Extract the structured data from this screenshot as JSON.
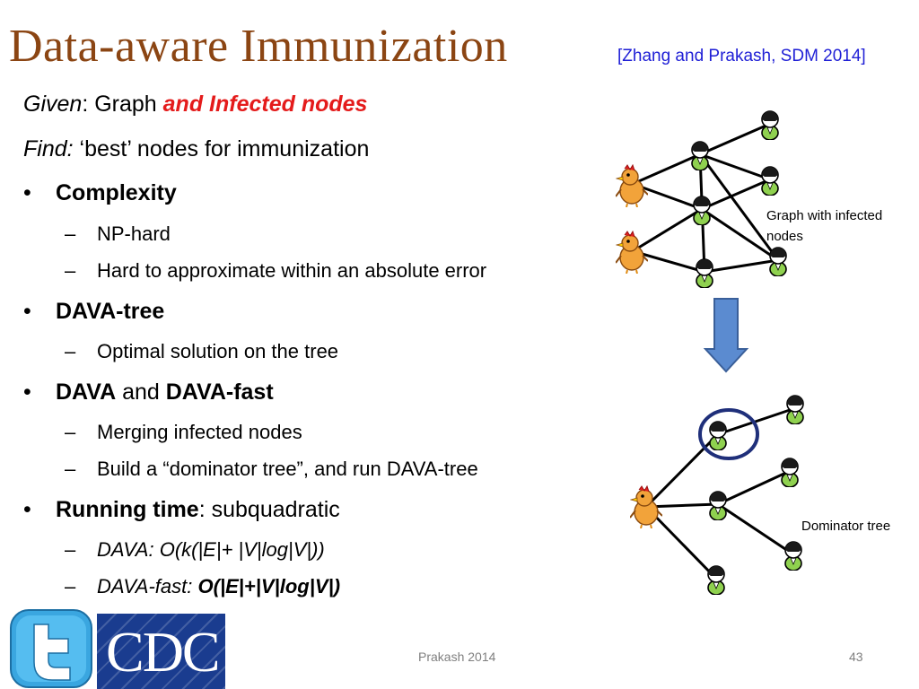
{
  "slide": {
    "title": "Data-aware Immunization",
    "citation": "[Zhang and Prakash, SDM 2014]",
    "given_label": "Given",
    "given_rest": ": Graph ",
    "given_emph": "and Infected nodes",
    "find_label": "Find:",
    "find_rest": " ‘best’ nodes for immunization",
    "bullets": [
      {
        "bold": "Complexity",
        "subs": [
          "NP-hard",
          "Hard to approximate within an absolute error"
        ]
      },
      {
        "bold": "DAVA-tree",
        "subs": [
          "Optimal solution on the tree"
        ]
      },
      {
        "bold_a": "DAVA",
        "mid": " and ",
        "bold_b": "DAVA-fast",
        "subs": [
          "Merging infected nodes",
          "Build a “dominator tree”, and run DAVA-tree"
        ]
      },
      {
        "bold": "Running time",
        "rest": ": subquadratic",
        "sub1": "DAVA: O(k(|E|+ |V|log|V|))",
        "sub2_it": "DAVA-fast: ",
        "sub2_bold": "O(|E|+|V|log|V|)"
      }
    ],
    "caption_graph": "Graph with infected nodes",
    "caption_tree": "Dominator tree",
    "logo_cdc": "CDC",
    "footer_left": "Prakash 2014",
    "footer_page": "43"
  }
}
